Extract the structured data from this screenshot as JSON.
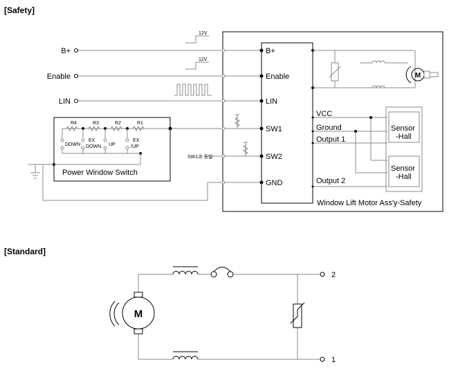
{
  "sections": {
    "safety_title": "[Safety]",
    "standard_title": "[Standard]"
  },
  "safety": {
    "inputs": [
      "B+",
      "Enable",
      "LIN"
    ],
    "supply_tag_1": "12V",
    "supply_tag_2": "12V",
    "module_pins": [
      "B+",
      "Enable",
      "LIN",
      "SW1",
      "SW2",
      "GND"
    ],
    "sw2_note": "SW1과 동일",
    "switch": {
      "title": "Power Window Switch",
      "resistors": [
        "R4",
        "R3",
        "R2",
        "R1"
      ],
      "contacts": [
        "DOWN",
        "EX",
        "DOWN",
        "UP",
        "EX",
        "/UP"
      ]
    },
    "module_right": {
      "vcc": "VCC",
      "ground": "Ground",
      "output1": "Output 1",
      "output2": "Output 2"
    },
    "sensor_label_1a": "Sensor",
    "sensor_label_1b": "-Hall",
    "sensor_label_2a": "Sensor",
    "sensor_label_2b": "-Hall",
    "motor_symbol": "M",
    "assembly_title": "Window Lift Motor Ass'y-Safety"
  },
  "standard": {
    "motor_symbol": "M",
    "terminal_2": "2",
    "terminal_1": "1"
  }
}
